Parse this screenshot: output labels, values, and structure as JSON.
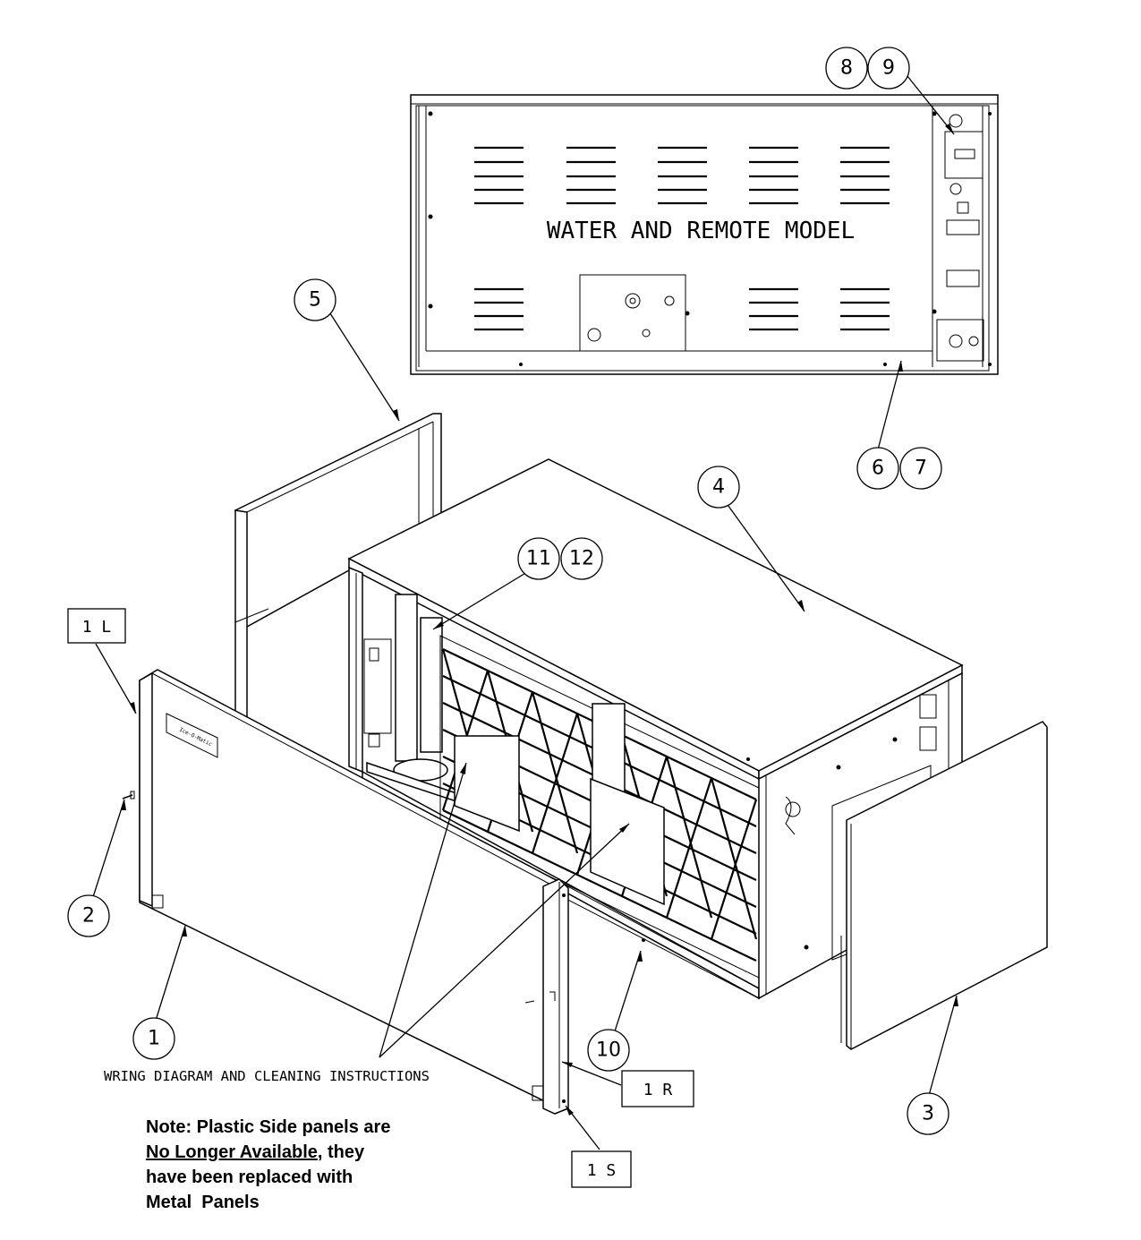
{
  "callouts": {
    "c1": "1",
    "c2": "2",
    "c3": "3",
    "c4": "4",
    "c5": "5",
    "c6": "6",
    "c7": "7",
    "c8": "8",
    "c9": "9",
    "c10": "10",
    "c11": "11",
    "c12": "12"
  },
  "boxes": {
    "left_panel": "1 L",
    "right_panel": "1 R",
    "side_panel": "1 S"
  },
  "labels": {
    "rear_model": "WATER AND REMOTE MODEL",
    "wiring": "WRING DIAGRAM AND CLEANING INSTRUCTIONS"
  },
  "note": {
    "line1": "Note: Plastic Side panels are",
    "underlined": "No Longer Available",
    "line2_rest": ", they",
    "line3": "have been replaced with",
    "line4": "Metal  Panels"
  }
}
